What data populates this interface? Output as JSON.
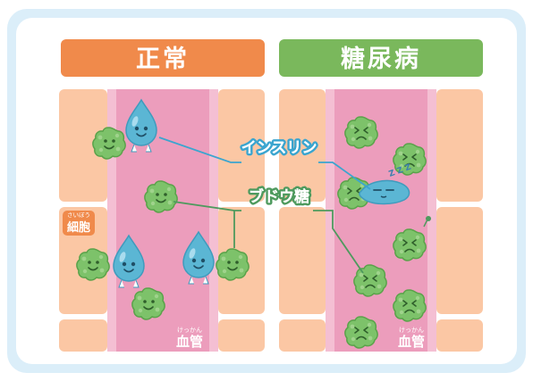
{
  "panels": {
    "normal": {
      "title": "正常",
      "vessel_label": "血管",
      "vessel_ruby": "けっかん",
      "header_color": "#f08a4b"
    },
    "diabetes": {
      "title": "糖尿病",
      "vessel_label": "血管",
      "vessel_ruby": "けっかん",
      "header_color": "#7ab85c"
    }
  },
  "labels": {
    "insulin": "インスリン",
    "glucose": "ブドウ糖",
    "cell": "細胞",
    "cell_ruby": "さいぼう",
    "zzz": "Z Z Z"
  },
  "colors": {
    "tissue": "#fbc7a4",
    "vessel": "#ec9dbc",
    "vessel_wall": "#f4bfd3",
    "glucose": "#7dc26a",
    "insulin_drop": "#5bb6d4",
    "insulin_line": "#3ba5cf",
    "glucose_line": "#4e9a5e",
    "frame_bg": "#dbeef9"
  },
  "icons": [
    "insulin-drop-icon",
    "glucose-molecule-icon",
    "sleeping-insulin-icon",
    "broken-insulin-icon"
  ]
}
